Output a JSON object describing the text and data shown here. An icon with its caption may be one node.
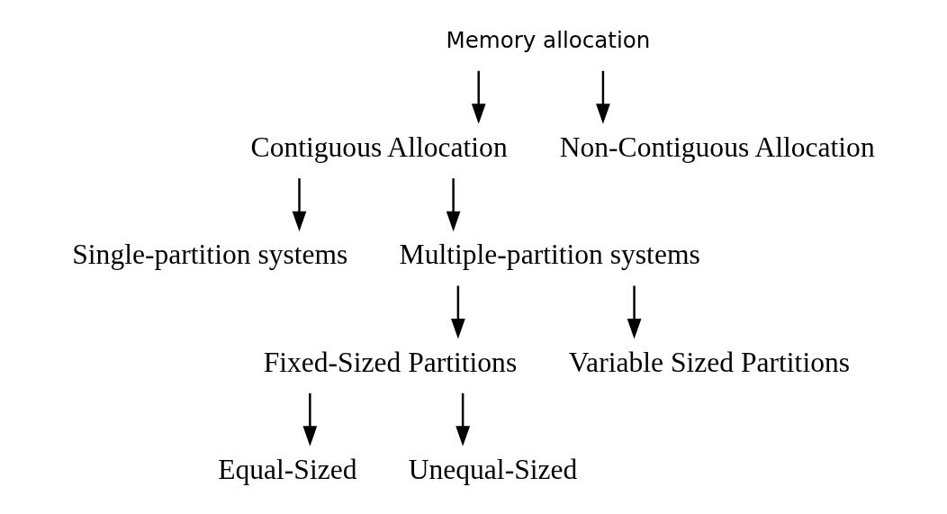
{
  "diagram": {
    "nodes": [
      {
        "text": [
          "Memory allocation"
        ]
      },
      {
        "text": [
          "Contiguous Allocation"
        ]
      },
      {
        "text": [
          "Non-Contiguous Allocation"
        ]
      },
      {
        "text": [
          "Single-partition systems"
        ]
      },
      {
        "text": [
          "Multiple-partition systems"
        ]
      },
      {
        "text": [
          "Fixed-Sized Partitions"
        ]
      },
      {
        "text": [
          "Variable Sized Partitions"
        ]
      },
      {
        "text": [
          "Equal-Sized"
        ]
      },
      {
        "text": [
          "Unequal-Sized"
        ]
      }
    ],
    "edges": [
      {
        "from": 0,
        "to": 1,
        "arrow": "to"
      },
      {
        "from": 0,
        "to": 2,
        "arrow": "to"
      },
      {
        "from": 1,
        "to": 3,
        "arrow": "to"
      },
      {
        "from": 1,
        "to": 4,
        "arrow": "to"
      },
      {
        "from": 4,
        "to": 5,
        "arrow": "to"
      },
      {
        "from": 4,
        "to": 6,
        "arrow": "to"
      },
      {
        "from": 5,
        "to": 7,
        "arrow": "to"
      },
      {
        "from": 5,
        "to": 8,
        "arrow": "to"
      }
    ]
  }
}
